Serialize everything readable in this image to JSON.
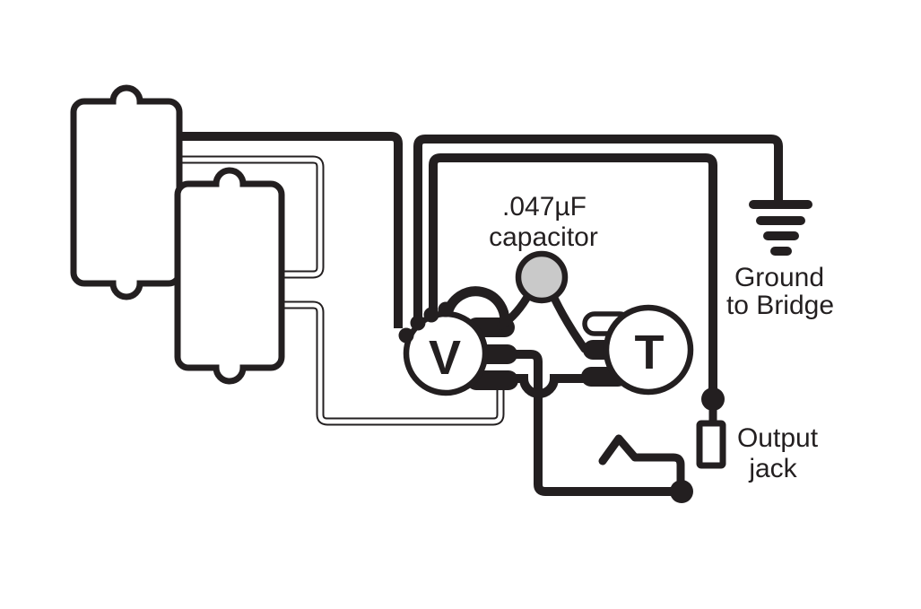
{
  "diagram": {
    "labels": {
      "capacitor_value": ".047µF",
      "capacitor_name": "capacitor",
      "ground_line1": "Ground",
      "ground_line2": "to Bridge",
      "output_jack_line1": "Output",
      "output_jack_line2": "jack",
      "volume_pot": "V",
      "tone_pot": "T"
    },
    "colors": {
      "wire": "#231f20",
      "capacitor_fill": "#c9c9c9",
      "background": "#ffffff"
    }
  }
}
